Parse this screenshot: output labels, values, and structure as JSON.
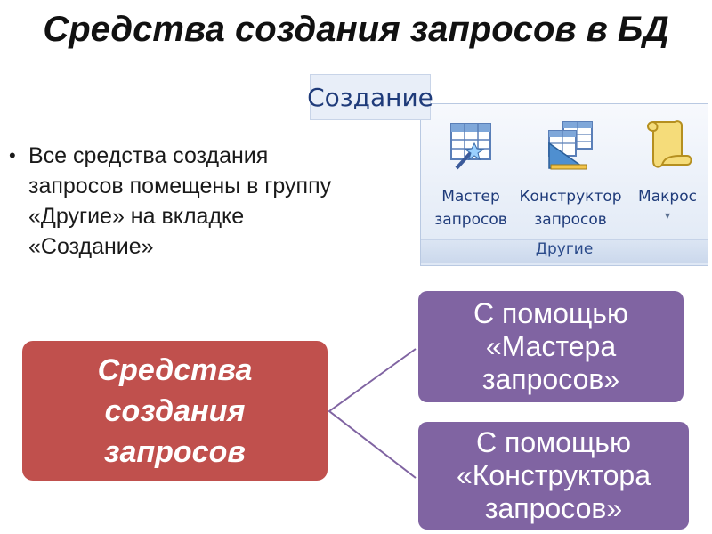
{
  "slide": {
    "title": "Средства создания запросов в БД",
    "bullet": {
      "line1": "Все средства создания",
      "line2": "запросов помещены в группу",
      "line3": "«Другие»  на вкладке",
      "line4": "«Создание»"
    }
  },
  "ribbon": {
    "tab_label": "Создание",
    "group_label": "Другие",
    "buttons": [
      {
        "line1": "Мастер",
        "line2": "запросов",
        "icon": "wizard-icon"
      },
      {
        "line1": "Конструктор",
        "line2": "запросов",
        "icon": "designer-icon"
      },
      {
        "line1": "Макрос",
        "line2": "▾",
        "icon": "macro-scroll-icon"
      }
    ]
  },
  "diagram": {
    "root": {
      "line1": "Средства",
      "line2": "создания",
      "line3": "запросов"
    },
    "children": [
      {
        "line1": "С помощью",
        "line2": "«Мастера",
        "line3": "запросов»"
      },
      {
        "line1": "С помощью",
        "line2": "«Конструктора",
        "line3": "запросов»"
      }
    ],
    "colors": {
      "root": "#c0504d",
      "child": "#8064a2",
      "connector": "#8064a2"
    }
  }
}
